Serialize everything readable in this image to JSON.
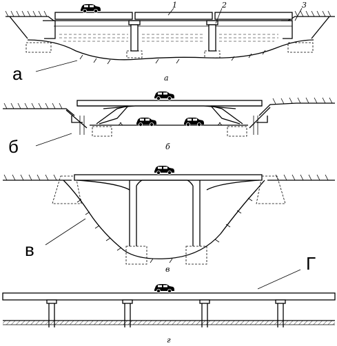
{
  "panels": [
    {
      "key": "a",
      "letter": "а",
      "caption": "а"
    },
    {
      "key": "b",
      "letter": "б",
      "caption": "б"
    },
    {
      "key": "v",
      "letter": "в",
      "caption": "в"
    },
    {
      "key": "g",
      "letter": "Г",
      "caption": "г"
    }
  ],
  "callouts": [
    "1",
    "2",
    "3"
  ]
}
